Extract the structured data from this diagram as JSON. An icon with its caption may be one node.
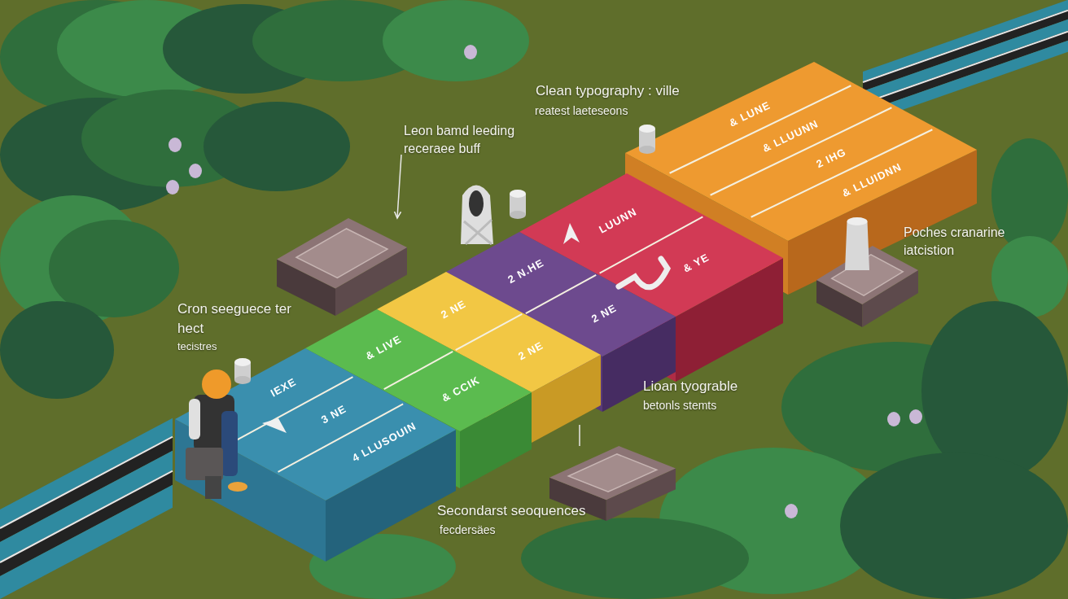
{
  "diagram": {
    "nodes": [
      {
        "text": [
          "IEXE",
          "3 NE",
          "4 LLUSOUIN"
        ]
      },
      {
        "text": [
          "& LIVE",
          "& CCIK"
        ]
      },
      {
        "text": [
          "2 NE",
          "2 NE"
        ]
      },
      {
        "text": [
          "2 N.HE",
          "2 NE"
        ]
      },
      {
        "text": [
          "LUUNN",
          "& YE"
        ]
      },
      {
        "text": [
          "& LUNE",
          "& LLUUNN",
          "2 IHG",
          "& LLUIDNN"
        ]
      },
      {
        "text": [
          "Leon bamd leeding receraee buff"
        ]
      },
      {
        "text": [],
        "shape": "picture"
      },
      {
        "text": [],
        "shape": "picture"
      },
      {
        "text": [],
        "shape": "picture"
      }
    ],
    "edges": [
      {
        "from": 6,
        "to": 7,
        "arrow": "to"
      },
      {
        "from": 8,
        "to": 2,
        "arrow": "none"
      }
    ],
    "labels": [
      "Clean typography : ville",
      "reatest laeteseons",
      "Cron seeguece ter hect",
      "tecistres",
      "Poches cranarine iatcistion",
      "Lioan tyograble",
      "betonls stemts",
      "Secondarst seoquences",
      "fecdersäes"
    ]
  }
}
